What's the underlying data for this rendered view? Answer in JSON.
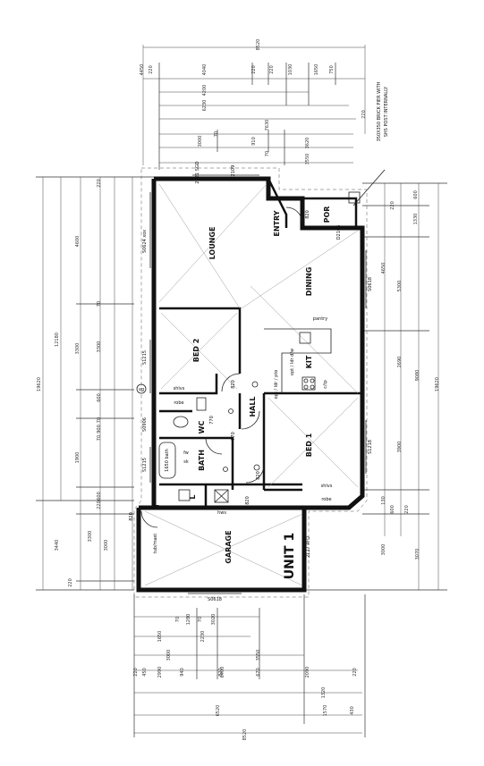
{
  "rooms": {
    "lounge": "LOUNGE",
    "dining": "DINING",
    "entry": "ENTRY",
    "por": "POR",
    "bed2": "BED 2",
    "bed1": "BED 1",
    "kit": "KIT",
    "hall": "HALL",
    "bath": "BATH",
    "wc": "WC",
    "l": "L",
    "garage": "GARAGE",
    "unit": "UNIT 1"
  },
  "labels": {
    "pier_note_1": "350X350 BRICK PIER WITH",
    "pier_note_2": "SHS POST INTERNALLY",
    "window_top_1": "2121 SGD",
    "window_top_2": "D2109",
    "window_s0624": "S0624 xox",
    "window_s1215a": "S1215",
    "window_s1215b": "S1215",
    "window_s0906": "S0906",
    "window_s0618a": "S0618",
    "window_s0618b": "S0618",
    "window_s1218": "S1218",
    "door_d2106": "D2106",
    "door_2127": "2127 PFD",
    "pantry": "pantry",
    "robe1": "robe",
    "robe2": "robe",
    "shlvs1": "shlvs",
    "shlvs2": "shlvs",
    "bath_size": "1650 bath",
    "tub": "tub/mast",
    "kit_dw": "opt / ldr d/w",
    "kit_opt": "opt / ldr / pto",
    "cooktop": "c/tp",
    "hws": "hws",
    "door820a": "820",
    "door820b": "820",
    "door820c": "820",
    "door820d": "820",
    "door770a": "770",
    "door770b": "770",
    "door820e": "820",
    "fw": "fw",
    "sk": "sk",
    "vg": "vg"
  },
  "dims_top": [
    "8520",
    "4450",
    "220",
    "4040",
    "220",
    "4200",
    "220",
    "1030",
    "1650",
    "750",
    "6230",
    "7630",
    "3000",
    "70",
    "910",
    "3620",
    "3550",
    "70",
    "220"
  ],
  "dims_left": [
    "19620",
    "12180",
    "4600",
    "3300",
    "1900",
    "3440",
    "220",
    "70",
    "600",
    "70",
    "900",
    "70",
    "600",
    "3300",
    "220",
    "3300",
    "3000",
    "220",
    "70",
    "220"
  ],
  "dims_right": [
    "600",
    "220",
    "1330",
    "4650",
    "5300",
    "2690",
    "9080",
    "19620",
    "3900",
    "130",
    "600",
    "220",
    "3000",
    "3070",
    "70",
    "220",
    "220"
  ],
  "dims_bottom": [
    "3020",
    "70",
    "1280",
    "70",
    "1650",
    "2230",
    "3000",
    "3550",
    "6400",
    "220",
    "450",
    "2990",
    "70",
    "940",
    "70",
    "820",
    "70",
    "670",
    "70",
    "2090",
    "220",
    "1320",
    "6520",
    "1570",
    "430",
    "8520"
  ]
}
